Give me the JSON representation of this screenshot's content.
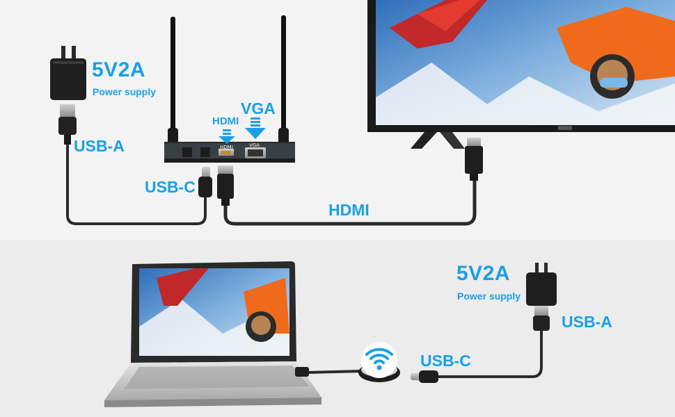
{
  "top_setup": {
    "power_supply": {
      "rating": "5V2A",
      "caption": "Power supply"
    },
    "cables": {
      "usb_a": "USB-A",
      "usb_c": "USB-C",
      "hdmi": "HDMI"
    },
    "receiver_ports": {
      "hdmi": "HDMI",
      "vga": "VGA"
    }
  },
  "bottom_setup": {
    "power_supply": {
      "rating": "5V2A",
      "caption": "Power supply"
    },
    "cables": {
      "usb_a": "USB-A",
      "usb_c": "USB-C"
    }
  },
  "colors": {
    "accent": "#1a9fe6",
    "cable": "#2a2a2a",
    "device": "#1d1d1d"
  },
  "icons": [
    "power-adapter-icon",
    "wifi-icon",
    "arrow-down-icon"
  ]
}
